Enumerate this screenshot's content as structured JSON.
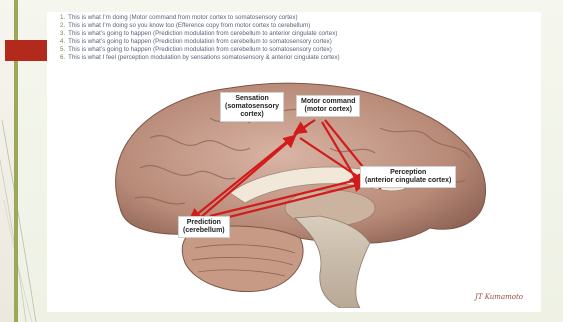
{
  "slide": {
    "bullets": [
      "This is what I’m doing (Motor command from motor cortex to somatosensory cortex)",
      "This is what I’m doing so you know too (Efference copy from motor cortex to cerebellum)",
      "This is what’s going to happen (Prediction modulation from cerebellum to anterior cingulate cortex)",
      "This is what’s going to happen (Prediction modulation from cerebellum to somatosensory cortex)",
      "This is what’s going to happen (Prediction modulation from cerebellum to somatosensory cortex)",
      "This is what I feel (perception modulation by sensations somatosensory & anterior cingulate cortex)"
    ],
    "bullet_numbers": [
      "1.",
      "2.",
      "3.",
      "4.",
      "5.",
      "6."
    ]
  },
  "callouts": {
    "sensation": [
      "Sensation",
      "(somatosensory",
      "cortex)"
    ],
    "motor": [
      "Motor command",
      "(motor cortex)"
    ],
    "perception": [
      "Perception",
      "(anterior cingulate cortex)"
    ],
    "prediction": [
      "Prediction",
      "(cerebellum)"
    ]
  },
  "signature": "JT Kumamoto",
  "colors": {
    "accent_red": "#b3291c",
    "accent_green": "#9aa85a",
    "arrow_red": "#d21b1b"
  }
}
